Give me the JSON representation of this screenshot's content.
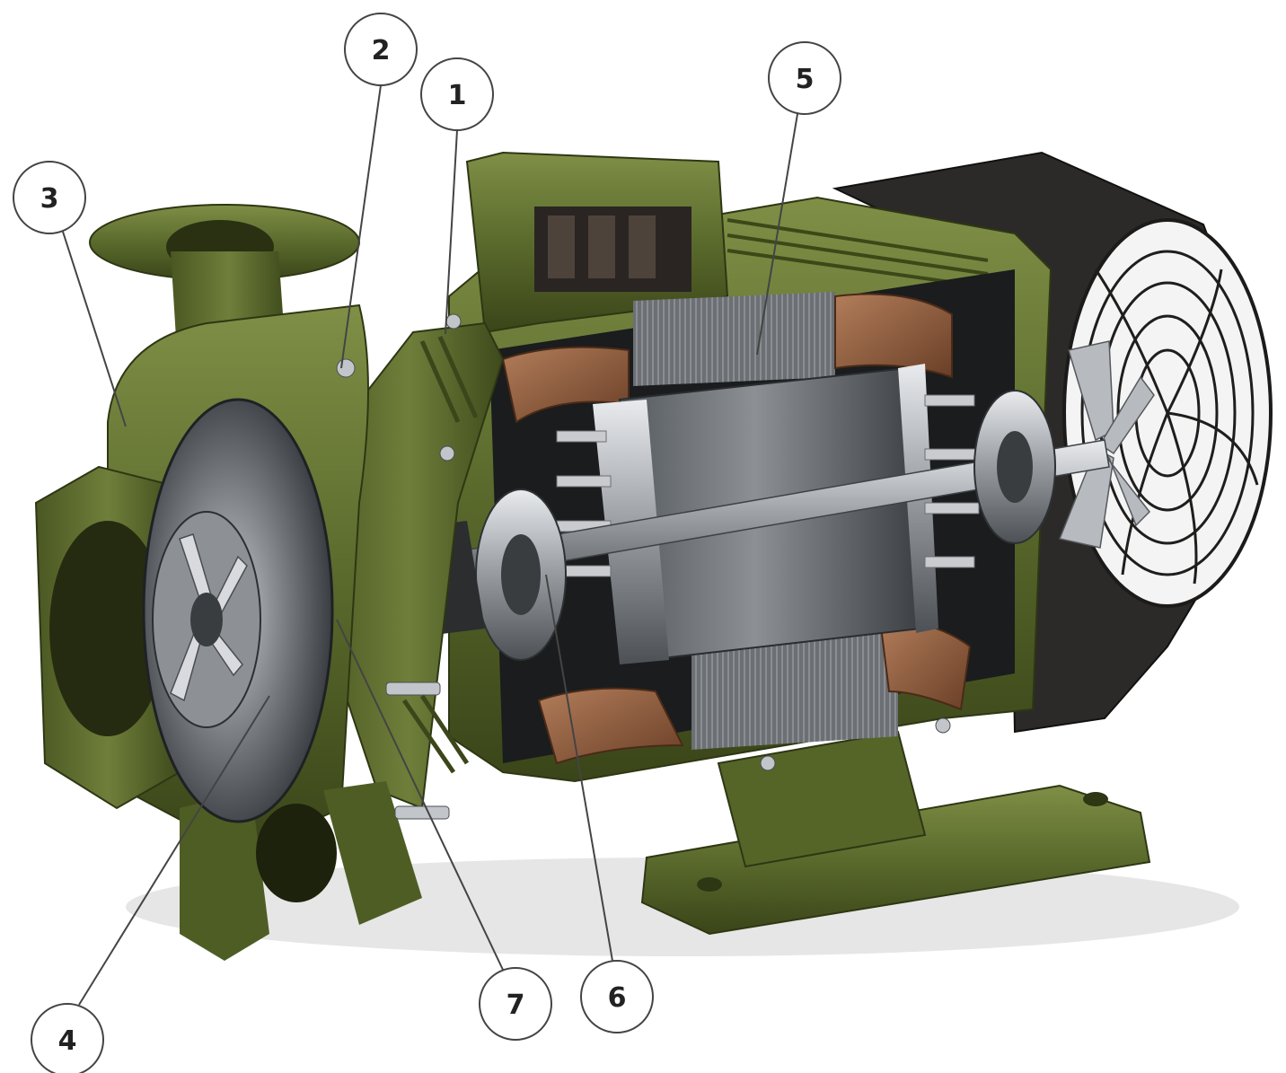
{
  "diagram": {
    "subject_icon": "centrifugal-pump-motor-cutaway",
    "colors": {
      "body_green": "#5a6a2c",
      "body_green_dark": "#3b461b",
      "body_green_light": "#7c8c44",
      "steel": "#b9bcc0",
      "steel_dark": "#5d6166",
      "copper": "#8a5a3c",
      "laminations": "#6f7276",
      "fan_cover": "#2b2a28",
      "callout_stroke": "#444444"
    },
    "callouts": [
      {
        "id": "1",
        "label": "1"
      },
      {
        "id": "2",
        "label": "2"
      },
      {
        "id": "3",
        "label": "3"
      },
      {
        "id": "4",
        "label": "4"
      },
      {
        "id": "5",
        "label": "5"
      },
      {
        "id": "6",
        "label": "6"
      },
      {
        "id": "7",
        "label": "7"
      }
    ]
  }
}
